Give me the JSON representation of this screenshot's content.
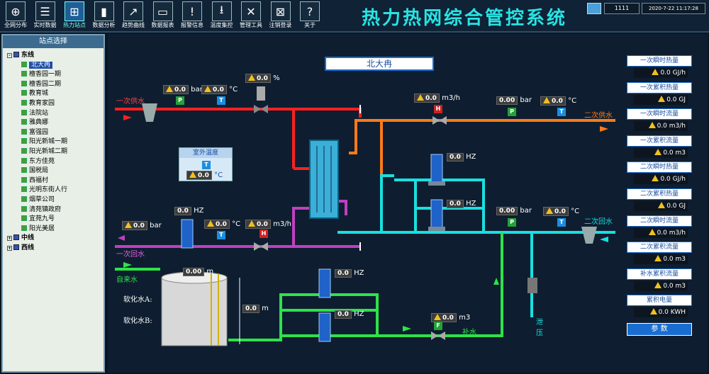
{
  "toolbar": [
    {
      "label": "全网分布",
      "icon": "globe-icon"
    },
    {
      "label": "实时数据",
      "icon": "document-icon"
    },
    {
      "label": "热力站点",
      "icon": "network-icon",
      "active": true
    },
    {
      "label": "数据分析",
      "icon": "bar-chart-icon"
    },
    {
      "label": "趋势曲线",
      "icon": "trend-chart-icon"
    },
    {
      "label": "数据报表",
      "icon": "folder-icon"
    },
    {
      "label": "报警信息",
      "icon": "warning-icon"
    },
    {
      "label": "温度集控",
      "icon": "download-icon"
    },
    {
      "label": "管理工具",
      "icon": "tools-icon"
    },
    {
      "label": "注销登录",
      "icon": "lock-icon"
    },
    {
      "label": "关于",
      "icon": "question-icon"
    }
  ],
  "title": "热力热网综合管控系统",
  "user": "1111",
  "datetime": "2020-7-22 11:17:28",
  "sidebar": {
    "header": "站点选择",
    "tree": [
      {
        "label": "东线",
        "level": 0,
        "group": true,
        "expanded": true
      },
      {
        "label": "北大冉",
        "level": 1,
        "selected": true
      },
      {
        "label": "檀香园一期",
        "level": 1
      },
      {
        "label": "檀香园二期",
        "level": 1
      },
      {
        "label": "教育城",
        "level": 1
      },
      {
        "label": "教育家园",
        "level": 1
      },
      {
        "label": "法院站",
        "level": 1
      },
      {
        "label": "雅典娜",
        "level": 1
      },
      {
        "label": "富强园",
        "level": 1
      },
      {
        "label": "阳光新城一期",
        "level": 1
      },
      {
        "label": "阳光新城二期",
        "level": 1
      },
      {
        "label": "东方佳苑",
        "level": 1
      },
      {
        "label": "国税局",
        "level": 1
      },
      {
        "label": "西福村",
        "level": 1
      },
      {
        "label": "光明东街人行",
        "level": 1
      },
      {
        "label": "烟草公司",
        "level": 1
      },
      {
        "label": "清苑镇政府",
        "level": 1
      },
      {
        "label": "宜苑九号",
        "level": 1
      },
      {
        "label": "阳光美居",
        "level": 1
      },
      {
        "label": "中线",
        "level": 0,
        "group": true
      },
      {
        "label": "西线",
        "level": 0,
        "group": true
      }
    ]
  },
  "station": "北大冉",
  "pipes": {
    "primary_supply": "一次供水",
    "primary_return": "一次回水",
    "secondary_supply": "二次供水",
    "secondary_return": "二次回水",
    "tap_water": "自来水",
    "makeup": "补水",
    "drain": "泄压"
  },
  "readings": {
    "p1_pressure": "0.0",
    "p1_pressure_unit": "bar",
    "p1_temp": "0.0",
    "p1_temp_unit": "°C",
    "valve_open": "0.0",
    "valve_unit": "%",
    "p1_flow": "0.0",
    "p1_flow_unit": "m3/h",
    "s_supply_pressure": "0.00",
    "s_supply_pressure_unit": "bar",
    "s_supply_temp": "0.0",
    "s_supply_temp_unit": "°C",
    "r1_hz": "0.0",
    "r1_hz_unit": "HZ",
    "r1_pressure": "0.0",
    "r1_pressure_unit": "bar",
    "r1_temp": "0.0",
    "r1_temp_unit": "°C",
    "r1_flow": "0.0",
    "r1_flow_unit": "m3/h",
    "pump1_hz": "0.0",
    "pump1_hz_unit": "HZ",
    "pump2_hz": "0.0",
    "pump2_hz_unit": "HZ",
    "s_return_pressure": "0.00",
    "s_return_pressure_unit": "bar",
    "s_return_temp": "0.0",
    "s_return_temp_unit": "°C",
    "tank_level": "0.00",
    "tank_level_unit": "m",
    "tank_height": "0.0",
    "tank_height_unit": "m",
    "makeup1_hz": "0.0",
    "makeup1_hz_unit": "HZ",
    "makeup2_hz": "0.0",
    "makeup2_hz_unit": "HZ",
    "makeup_flow": "0.0",
    "makeup_flow_unit": "m3",
    "outdoor_label": "室外温度",
    "outdoor_temp": "0.0",
    "outdoor_unit": "°C",
    "soft_a": "软化水A:",
    "soft_b": "软化水B:"
  },
  "tags": {
    "p": "P",
    "t": "T",
    "h": "H",
    "f": "F"
  },
  "right_panel": [
    {
      "label": "一次瞬时热量",
      "value": "0.0 GJ/h"
    },
    {
      "label": "一次累积热量",
      "value": "0.0 GJ"
    },
    {
      "label": "一次瞬时流量",
      "value": "0.0 m3/h"
    },
    {
      "label": "一次累积流量",
      "value": "0.0 m3"
    },
    {
      "label": "二次瞬时热量",
      "value": "0.0 GJ/h"
    },
    {
      "label": "二次累积热量",
      "value": "0.0 GJ"
    },
    {
      "label": "二次瞬时流量",
      "value": "0.0 m3/h"
    },
    {
      "label": "二次累积流量",
      "value": "0.0 m3"
    },
    {
      "label": "补水累积流量",
      "value": "0.0 m3"
    },
    {
      "label": "累积电量",
      "value": "0.0 KWH"
    }
  ],
  "param_button": "参 数",
  "colors": {
    "red": "#ff2020",
    "orange": "#ff7a1a",
    "purple": "#c040c0",
    "cyan": "#19e0e0",
    "green": "#2ee24a",
    "bg": "#0e1e30",
    "title": "#29e3e3"
  }
}
